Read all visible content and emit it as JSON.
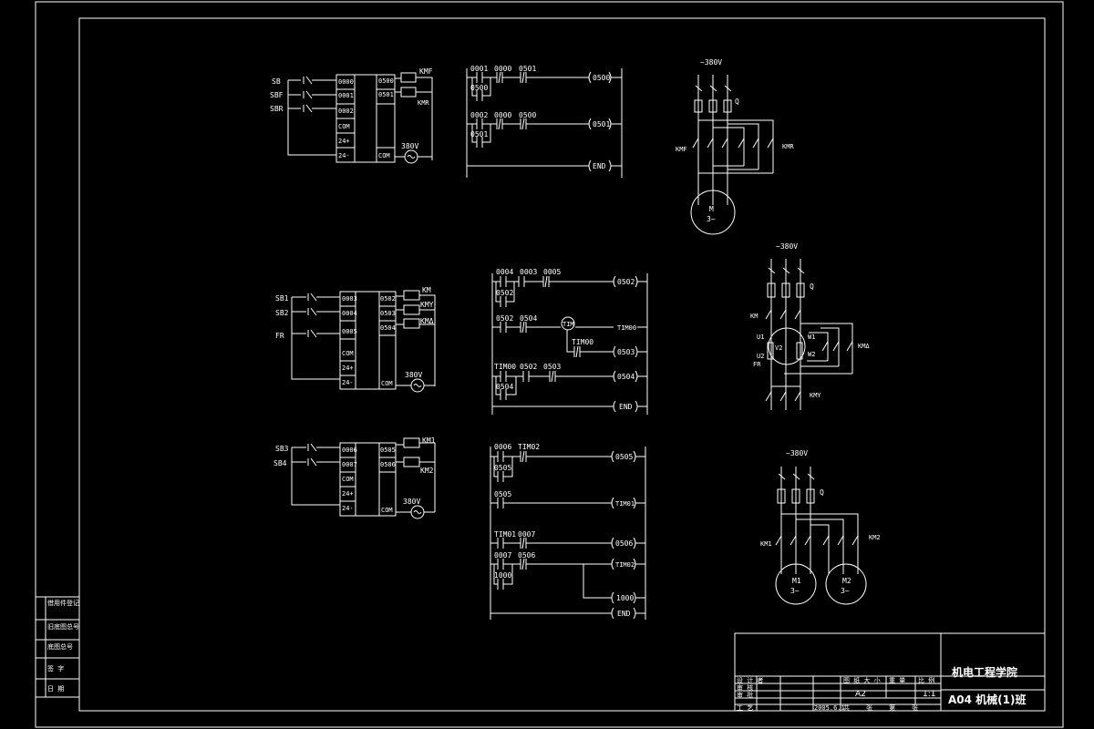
{
  "ladder": {
    "r1": {
      "rungs": [
        {
          "contacts": [
            "0001",
            "0000",
            "0501"
          ],
          "branch": "0500",
          "coil": "0500"
        },
        {
          "contacts": [
            "0002",
            "0000",
            "0500"
          ],
          "branch": "0501",
          "coil": "0501"
        }
      ],
      "end": "END"
    },
    "r2": {
      "rungs": [
        {
          "contacts": [
            "0004",
            "0003",
            "0005"
          ],
          "branch": "0502",
          "coil": "0502"
        },
        {
          "contacts": [
            "0502",
            "0504"
          ],
          "timer": "TIM",
          "timer_coil": "TIM00",
          "sub": "TIM00",
          "sub_coil": "0503"
        },
        {
          "contacts": [
            "TIM00",
            "0502",
            "0503"
          ],
          "branch": "0504",
          "coil": "0504"
        }
      ],
      "end": "END"
    },
    "r3": {
      "rungs": [
        {
          "contacts": [
            "0006",
            "TIM02"
          ],
          "branch": "0505",
          "coil": "0505"
        },
        {
          "contacts": [
            "0505"
          ],
          "coil": "TIM01"
        },
        {
          "contacts": [
            "TIM01",
            "0007"
          ],
          "coil": "0506"
        },
        {
          "contacts": [
            "0007",
            "0506"
          ],
          "branch": "1000",
          "coil": "TIM02",
          "sub_coil": "1000"
        }
      ],
      "end": "END"
    }
  },
  "io": {
    "r1": {
      "inputs": [
        "SB",
        "SBF",
        "SBR"
      ],
      "in_terms": [
        "0000",
        "0001",
        "0002",
        "COM",
        "24+",
        "24-"
      ],
      "out_terms": [
        "0500",
        "0501",
        "",
        "",
        "",
        "COM"
      ],
      "coils": [
        "KMF",
        "KMR"
      ],
      "supply": "380V"
    },
    "r2": {
      "inputs": [
        "SB1",
        "SB2",
        "FR"
      ],
      "in_terms": [
        "0003",
        "0004",
        "0005",
        "COM",
        "24+",
        "24-"
      ],
      "out_terms": [
        "0502",
        "0503",
        "0504",
        "",
        "",
        "COM"
      ],
      "coils": [
        "KM",
        "KMY",
        "KMΔ"
      ],
      "supply": "380V"
    },
    "r3": {
      "inputs": [
        "SB3",
        "SB4"
      ],
      "in_terms": [
        "0006",
        "0007",
        "COM",
        "24+",
        "24-"
      ],
      "out_terms": [
        "0505",
        "0506",
        "",
        "",
        "COM"
      ],
      "coils": [
        "KM1",
        "KM2"
      ],
      "supply": "380V"
    }
  },
  "power": {
    "r1": {
      "supply": "~380V",
      "switch": "Q",
      "contactors": [
        "KMF",
        "KMR"
      ],
      "motor": [
        "M",
        "3~"
      ]
    },
    "r2": {
      "supply": "~380V",
      "switch": "Q",
      "contactors": [
        "KM",
        "KMΔ",
        "KMY"
      ],
      "relay": "FR",
      "terminals": [
        "U1",
        "W1",
        "U2",
        "V2",
        "W2"
      ]
    },
    "r3": {
      "supply": "~380V",
      "switch": "Q",
      "contactors": [
        "KM1",
        "KM2"
      ],
      "motors": [
        [
          "M1",
          "3~"
        ],
        [
          "M2",
          "3~"
        ]
      ]
    }
  },
  "title_block": {
    "school": "机电工程学院",
    "drawing": "A04 机械(1)班",
    "paper": "A2",
    "scale": "1:1",
    "date": "2005.6.1",
    "headers": [
      "设 计 者",
      "审 核",
      "审 批",
      "工 艺",
      "图 纸 大 小",
      "重 量",
      "比 例",
      "共",
      "张",
      "第",
      "张"
    ]
  },
  "side_block": [
    "借用件登记",
    "旧底图总号",
    "底图总号",
    "签 字",
    "日 期"
  ]
}
